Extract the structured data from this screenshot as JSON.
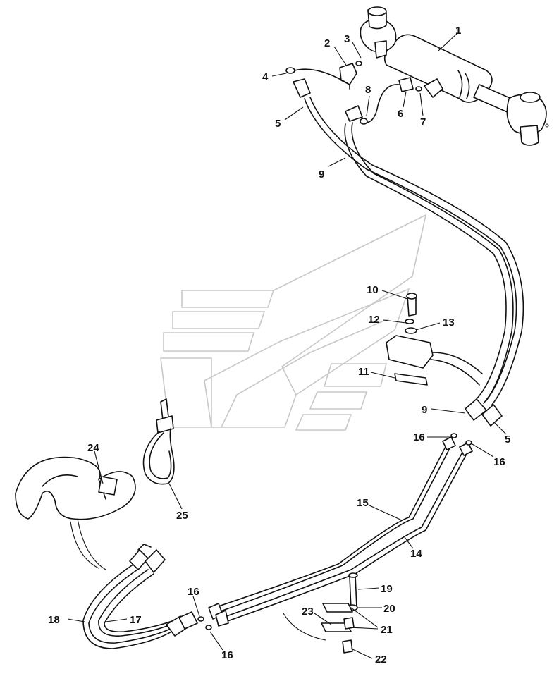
{
  "callouts": [
    {
      "id": "c1",
      "text": "1"
    },
    {
      "id": "c2",
      "text": "2"
    },
    {
      "id": "c3",
      "text": "3"
    },
    {
      "id": "c4",
      "text": "4"
    },
    {
      "id": "c5a",
      "text": "5"
    },
    {
      "id": "c6",
      "text": "6"
    },
    {
      "id": "c7",
      "text": "7"
    },
    {
      "id": "c8",
      "text": "8"
    },
    {
      "id": "c9a",
      "text": "9"
    },
    {
      "id": "c10",
      "text": "10"
    },
    {
      "id": "c11",
      "text": "11"
    },
    {
      "id": "c12",
      "text": "12"
    },
    {
      "id": "c13",
      "text": "13"
    },
    {
      "id": "c9b",
      "text": "9"
    },
    {
      "id": "c5b",
      "text": "5"
    },
    {
      "id": "c16a",
      "text": "16"
    },
    {
      "id": "c16b",
      "text": "16"
    },
    {
      "id": "c15",
      "text": "15"
    },
    {
      "id": "c14",
      "text": "14"
    },
    {
      "id": "c24",
      "text": "24"
    },
    {
      "id": "c25",
      "text": "25"
    },
    {
      "id": "c16c",
      "text": "16"
    },
    {
      "id": "c16d",
      "text": "16"
    },
    {
      "id": "c19",
      "text": "19"
    },
    {
      "id": "c20",
      "text": "20"
    },
    {
      "id": "c23",
      "text": "23"
    },
    {
      "id": "c21",
      "text": "21"
    },
    {
      "id": "c18",
      "text": "18"
    },
    {
      "id": "c17",
      "text": "17"
    },
    {
      "id": "c22",
      "text": "22"
    }
  ]
}
